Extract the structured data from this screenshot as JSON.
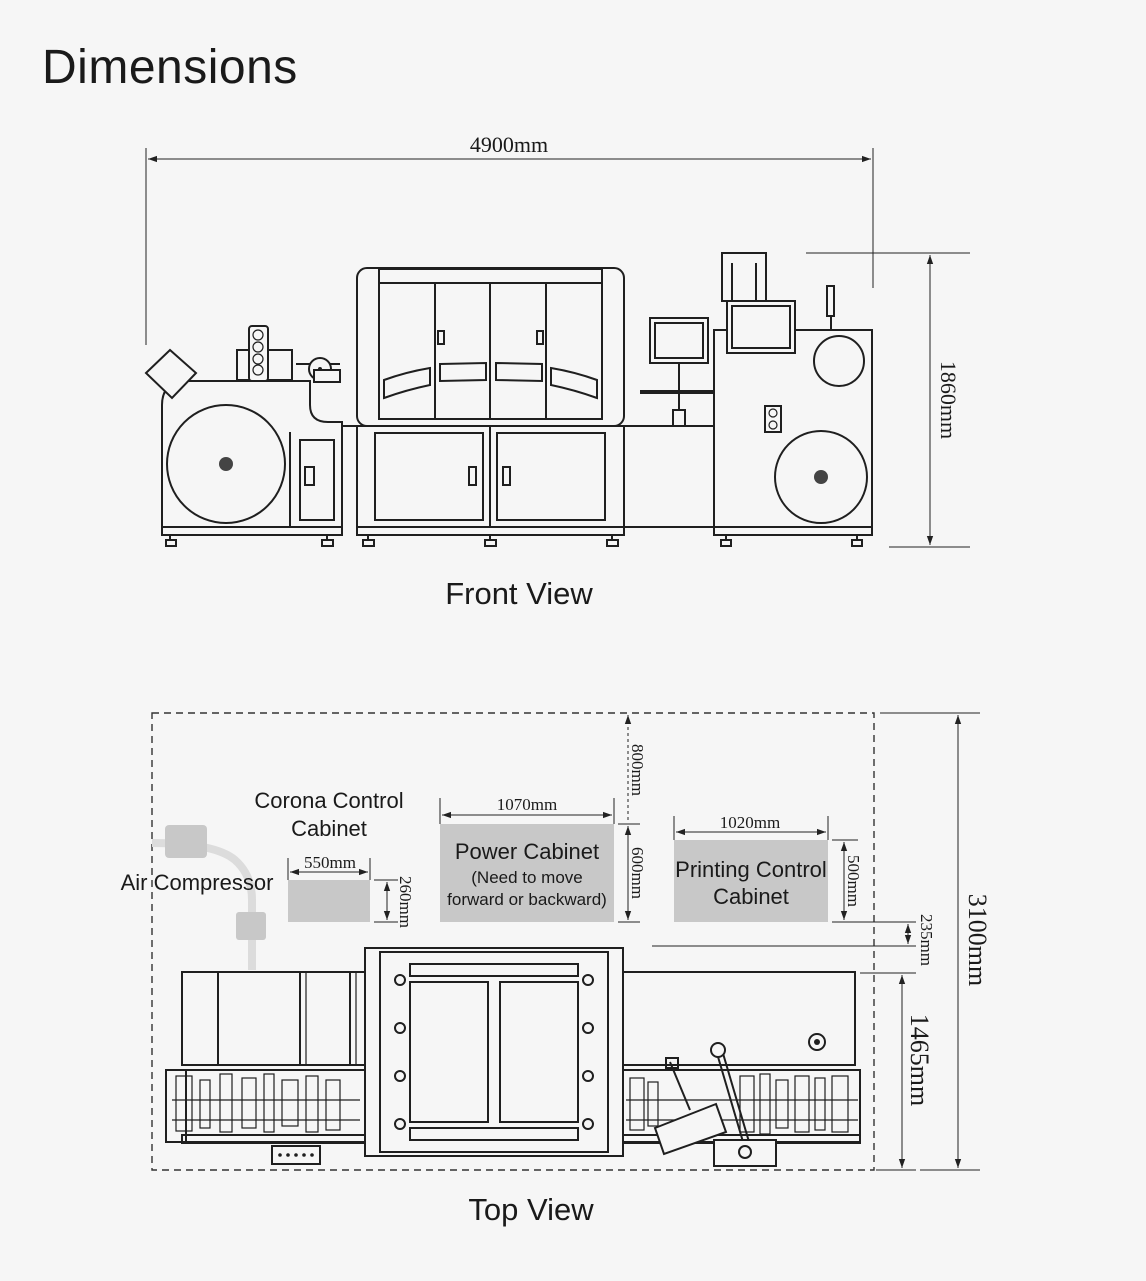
{
  "title": "Dimensions",
  "front_view": {
    "caption": "Front View",
    "width_label": "4900mm",
    "height_label": "1860mm"
  },
  "top_view": {
    "caption": "Top View",
    "overall_depth_label": "3100mm",
    "machine_depth_label": "1465mm",
    "clearance_label": "235mm",
    "rear_space_label": "800mm",
    "air_compressor": {
      "label": "Air Compressor"
    },
    "corona_cabinet": {
      "label_line1": "Corona Control",
      "label_line2": "Cabinet",
      "width_label": "550mm",
      "depth_label": "260mm"
    },
    "power_cabinet": {
      "label_line1": "Power Cabinet",
      "label_line2": "(Need to move",
      "label_line3": "forward or backward)",
      "width_label": "1070mm",
      "depth_label": "600mm"
    },
    "printing_cabinet": {
      "label_line1": "Printing Control",
      "label_line2": "Cabinet",
      "width_label": "1020mm",
      "depth_label": "500mm"
    }
  }
}
